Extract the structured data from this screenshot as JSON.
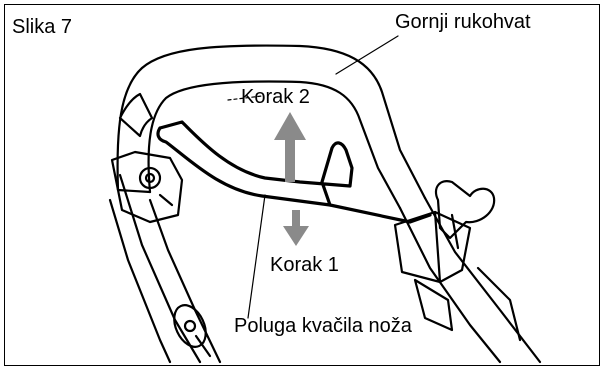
{
  "figure": {
    "title": "Slika 7"
  },
  "labels": {
    "upper_handle": "Gornji rukohvat",
    "step_2": "Korak 2",
    "step_1": "Korak 1",
    "blade_clutch_lever": "Poluga kvačila noža"
  },
  "colors": {
    "line_art": "#000000",
    "arrows": "#8a8a8a",
    "background": "#ffffff"
  }
}
